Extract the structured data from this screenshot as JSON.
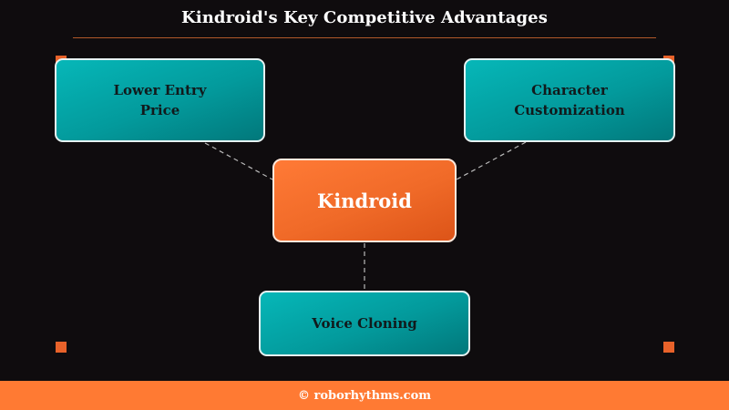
{
  "title": "Kindroid's Key Competitive Advantages",
  "center": {
    "label": "Kindroid"
  },
  "nodes": [
    {
      "label": "Lower Entry\nPrice"
    },
    {
      "label": "Character\nCustomization"
    },
    {
      "label": "Voice Cloning"
    }
  ],
  "footer": {
    "text": "© roborhythms.com"
  },
  "colors": {
    "background": "#0f0c0e",
    "accent_orange": "#ff7a33",
    "teal": "#039a9c",
    "connector": "#b9b9b9"
  }
}
